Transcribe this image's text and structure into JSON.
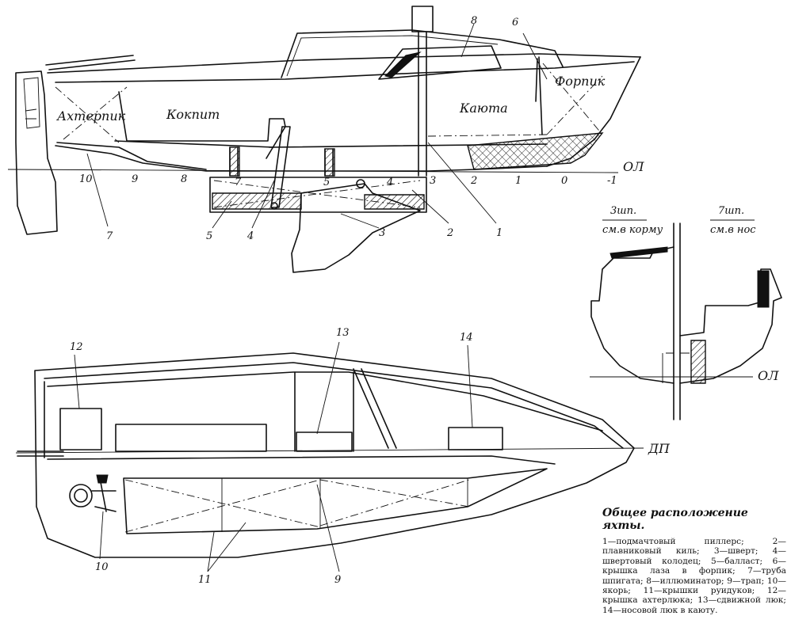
{
  "side_view": {
    "labels": {
      "ahterpik": "Ахтерпик",
      "kokpit": "Кокпит",
      "kayuta": "Каюта",
      "forpik": "Форпик"
    },
    "waterline_label": "ОЛ",
    "stations": [
      "10",
      "9",
      "8",
      "7",
      "5",
      "4",
      "3",
      "2",
      "1",
      "0",
      "-1"
    ],
    "callouts": [
      "1",
      "2",
      "3",
      "4",
      "5",
      "6",
      "7",
      "8"
    ]
  },
  "section_view": {
    "left_header": {
      "top": "3шп.",
      "bottom": "см.в корму"
    },
    "right_header": {
      "top": "7шп.",
      "bottom": "см.в нос"
    },
    "waterline_label": "ОЛ"
  },
  "plan_view": {
    "centerline_label": "ДП",
    "callouts": [
      "9",
      "10",
      "11",
      "12",
      "13",
      "14"
    ]
  },
  "caption": {
    "title": "Общее расположение яхты.",
    "body": "1—подмачтовый пиллерс; 2—плавниковый киль; 3—шверт; 4—швертовый колодец; 5—балласт; 6—крышка лаза в форпик; 7—труба шпигата; 8—иллюминатор; 9—трап; 10—якорь; 11—крышки руидуков; 12—крышка ахтерлюка; 13—сдвижной люк; 14—носовой люк в каюту."
  }
}
